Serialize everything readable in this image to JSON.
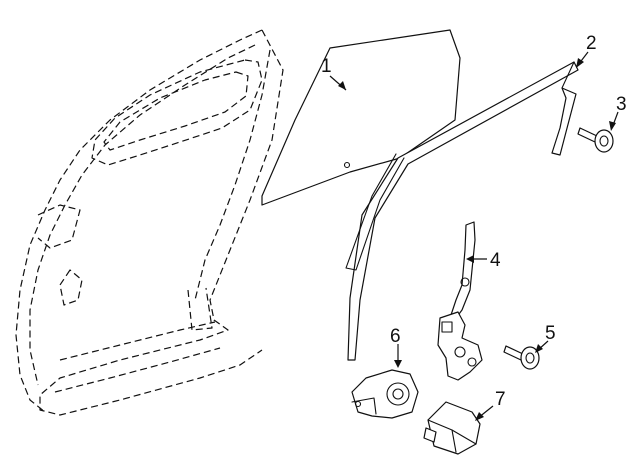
{
  "diagram": {
    "callouts": [
      {
        "id": "glass",
        "label": "1"
      },
      {
        "id": "run-channel",
        "label": "2"
      },
      {
        "id": "channel-bolt",
        "label": "3"
      },
      {
        "id": "regulator",
        "label": "4"
      },
      {
        "id": "regulator-bolt",
        "label": "5"
      },
      {
        "id": "motor",
        "label": "6"
      },
      {
        "id": "control-module",
        "label": "7"
      }
    ]
  }
}
